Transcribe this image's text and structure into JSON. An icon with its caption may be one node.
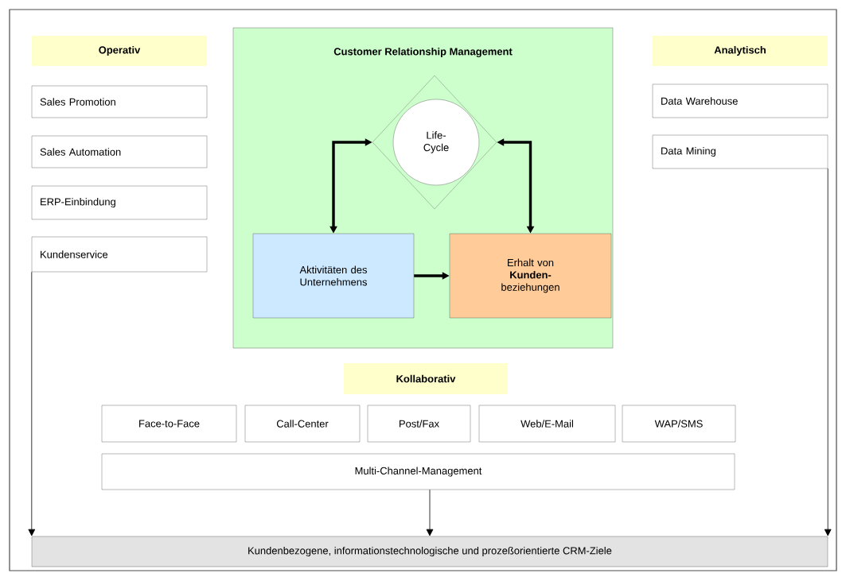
{
  "diagram": {
    "nodes": [
      {
        "text": [
          "Operativ"
        ]
      },
      {
        "text": [
          "Sales Promotion"
        ]
      },
      {
        "text": [
          "Sales Automation"
        ]
      },
      {
        "text": [
          "ERP-Einbindung"
        ]
      },
      {
        "text": [
          "Kundenservice"
        ]
      },
      {
        "text": [
          "Customer Relationship Management"
        ]
      },
      {
        "text": [
          "Life- Cycle"
        ],
        "in": 5
      },
      {
        "text": [
          "Aktivitäten des Unternehmens"
        ],
        "in": 5
      },
      {
        "text": [
          "Erhalt von **Kunden-** beziehungen"
        ],
        "in": 5
      },
      {
        "text": [
          "Analytisch"
        ]
      },
      {
        "text": [
          "Data Warehouse"
        ]
      },
      {
        "text": [
          "Data Mining"
        ]
      },
      {
        "text": [
          "Kollaborativ"
        ]
      },
      {
        "text": [
          "Face-to-Face"
        ]
      },
      {
        "text": [
          "Call-Center"
        ]
      },
      {
        "text": [
          "Post/Fax"
        ]
      },
      {
        "text": [
          "Web/E-Mail"
        ]
      },
      {
        "text": [
          "WAP/SMS"
        ]
      },
      {
        "text": [
          "Multi-Channel-Management"
        ]
      },
      {
        "text": [
          "Kundenbezogene, informationstechnologische und prozeßorientierte CRM-Ziele"
        ]
      }
    ],
    "edges": [
      {
        "from": 7,
        "to": 6,
        "arrow": "both",
        "style": "thick"
      },
      {
        "from": 6,
        "to": 8,
        "arrow": "both",
        "style": "thick"
      },
      {
        "from": 7,
        "to": 8,
        "arrow": "to",
        "style": "thick"
      },
      {
        "from": 4,
        "to": 19,
        "arrow": "to"
      },
      {
        "from": 11,
        "to": 19,
        "arrow": "to"
      },
      {
        "from": 18,
        "to": 19,
        "arrow": "to"
      }
    ]
  }
}
